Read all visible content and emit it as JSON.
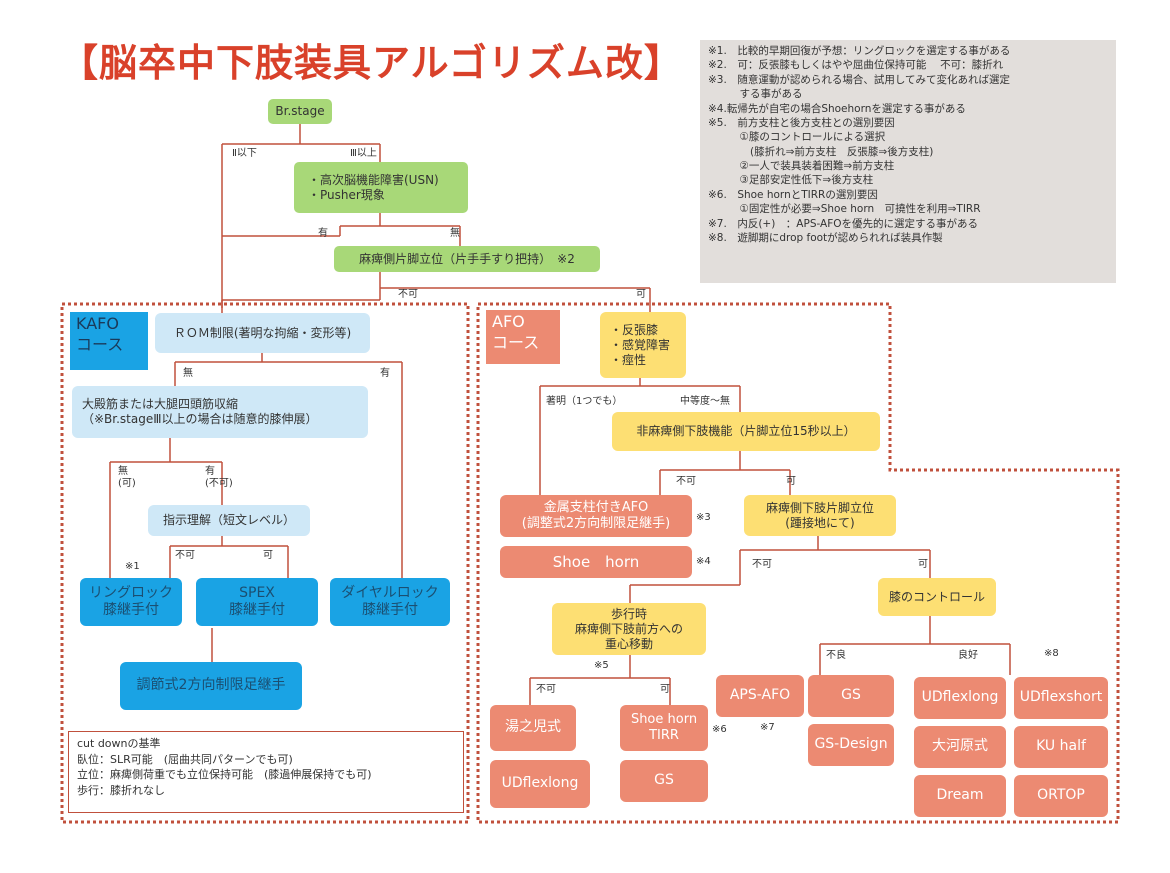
{
  "title": "【脳卒中下肢装具アルゴリズム改】",
  "notes": [
    "※1.　比較的早期回復が予想：リングロックを選定する事がある",
    "※2.　可：反張膝もしくはやや屈曲位保持可能　 不可：膝折れ",
    "※3.　随意運動が認められる場合、試用してみて変化あれば選定",
    "　　　する事がある",
    "※4.転帰先が自宅の場合Shoehornを選定する事がある",
    "※5.　前方支柱と後方支柱との選別要因",
    "　　　①膝のコントロールによる選択",
    "　　　　(膝折れ⇒前方支柱　反張膝⇒後方支柱)",
    "　　　②一人で装具装着困難⇒前方支柱",
    "　　　③足部安定性低下⇒後方支柱",
    "※6.　Shoe hornとTIRRの選別要因",
    "　　　①固定性が必要⇒Shoe horn　可撓性を利用⇒TIRR",
    "※7.　内反(+)　：APS-AFOを優先的に選定する事がある",
    "※8.　遊脚期にdrop footが認められれば装具作製"
  ],
  "nodes": {
    "br_stage": "Br.stage",
    "usn": "・高次脳機能障害(USN)\n・Pusher現象",
    "standing": "麻痺側片脚立位（片手手すり把持）　※2",
    "rom": "ＲＯＭ制限(著明な拘縮・変形等)",
    "contracture": "大殿筋または大腿四頭筋収縮\n（※Br.stageⅢ以上の場合は随意的膝伸展）",
    "instruction": "指示理解（短文レベル）",
    "ringlock": "リングロック\n膝継手付",
    "spex": "SPEX\n膝継手付",
    "dial": "ダイヤルロック\n膝継手付",
    "adjustable_knee": "調節式2方向制限足継手",
    "afo_symptoms": "・反張膝\n・感覚障害\n・痙性",
    "lower_limb": "非麻痺側下肢機能（片脚立位15秒以上）",
    "metal_afo": "金属支柱付きAFO\n(調整式2方向制限足継手)",
    "shoehorn": "Shoe　horn",
    "paretic_standing": "麻痺側下肢片脚立位\n(踵接地にて)",
    "gait_shift": "歩行時\n麻痺側下肢前方への\n重心移動",
    "knee_control": "膝のコントロール",
    "yunoko": "湯之児式",
    "udflexlong_a": "UDflexlong",
    "shoehorn_tirr": "Shoe horn\nTIRR",
    "gs_a": "GS",
    "aps_afo": "APS-AFO",
    "gs_b": "GS",
    "gs_design": "GS-Design",
    "udflexlong_b": "UDflexlong",
    "okawara": "大河原式",
    "dream": "Dream",
    "udflexshort": "UDflexshort",
    "ku_half": "KU  half",
    "ortop": "ORTOP"
  },
  "labels": {
    "stage_below": "Ⅱ以下",
    "stage_above": "Ⅲ以上",
    "yes_usn": "有",
    "no_usn": "無",
    "impossible_main": "不可",
    "possible_main": "可",
    "none_rom": "無",
    "yes_rom": "有",
    "none_contr": "無\n(可)",
    "yes_contr": "有\n(不可)",
    "impossible_instr": "不可",
    "possible_instr": "可",
    "note1": "※1",
    "marked": "著明（1つでも）",
    "moderate": "中等度～無",
    "impossible_limb": "不可",
    "possible_limb": "可",
    "note3": "※3",
    "note4": "※4",
    "impossible_pstand": "不可",
    "possible_pstand": "可",
    "note5": "※5",
    "impossible_gait": "不可",
    "possible_gait": "可",
    "poor": "不良",
    "good": "良好",
    "note6": "※6",
    "note7": "※7",
    "note8": "※8"
  },
  "kafo_tag": "KAFO\nコース",
  "afo_tag": "AFO\nコース",
  "cutdown": [
    "cut downの基準",
    "臥位：SLR可能　(屈曲共同パターンでも可)",
    "立位：麻痺側荷重でも立位保持可能　(膝過伸展保持でも可)",
    "歩行：膝折れなし"
  ],
  "colors": {
    "title": "#d9412a",
    "green": "#a8d878",
    "light_blue": "#cfe8f7",
    "dark_blue": "#1aa3e4",
    "yellow": "#fddf73",
    "salmon": "#ec8a72",
    "line": "#c0503c",
    "notes_bg": "#e2dedb"
  }
}
